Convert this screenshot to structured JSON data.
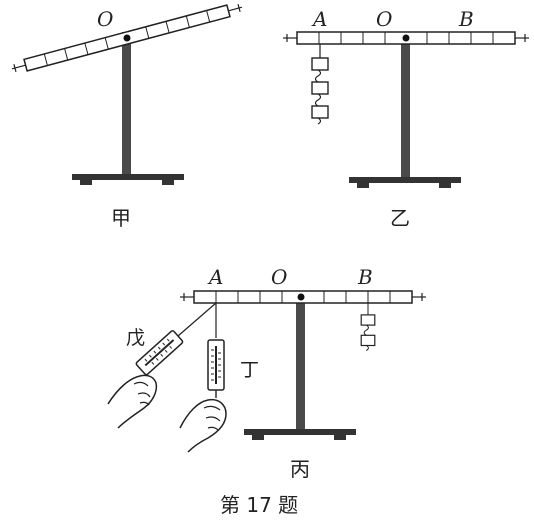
{
  "figure": {
    "jia": {
      "pivot": "O",
      "caption": "甲"
    },
    "yi": {
      "left_point": "A",
      "pivot": "O",
      "right_point": "B",
      "caption": "乙"
    },
    "bing": {
      "left_point": "A",
      "pivot": "O",
      "right_point": "B",
      "caption": "丙"
    },
    "spring_scale_wu": "戊",
    "spring_scale_ding": "丁",
    "question_caption": "第 17 题"
  },
  "colors": {
    "ink": "#222222",
    "post": "#4a4a4a",
    "paper": "#ffffff"
  }
}
